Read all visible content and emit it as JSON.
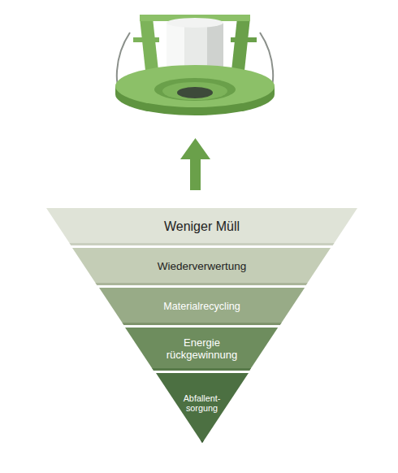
{
  "diagram": {
    "nodes": [
      {
        "text": [
          "Weniger Müll"
        ]
      },
      {
        "text": [
          "Wiederverwertung"
        ]
      },
      {
        "text": [
          "Materialrecycling"
        ]
      },
      {
        "text": [
          "Energie rückgewinnung"
        ]
      },
      {
        "text": [
          "Abfallent- sorgung"
        ]
      }
    ]
  }
}
